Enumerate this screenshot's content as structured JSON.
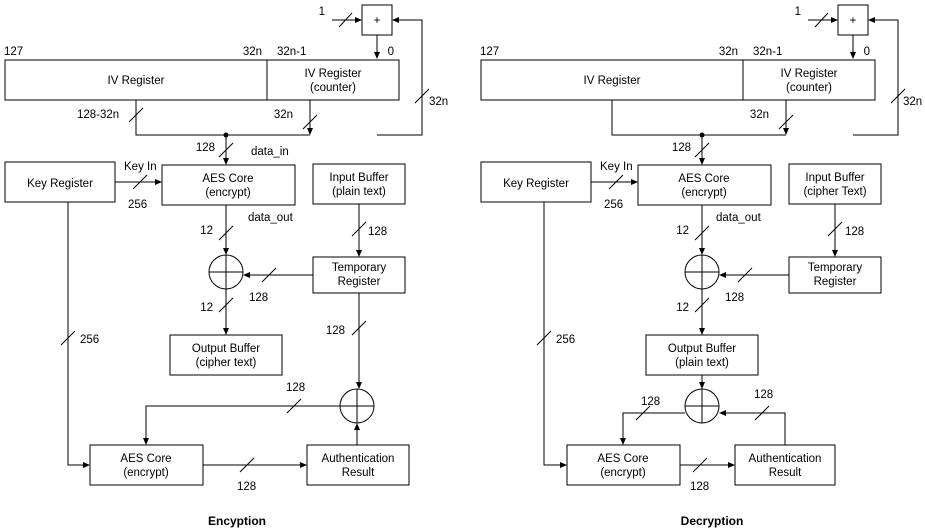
{
  "encryption": {
    "caption": "Encyption",
    "counter_in": "1",
    "adder_symbol": "+",
    "bit_127": "127",
    "bit_32n_left": "32n",
    "bit_32n_minus_1": "32n-1",
    "bit_0": "0",
    "iv_register": "IV Register",
    "iv_counter_line1": "IV Register",
    "iv_counter_line2": "(counter)",
    "width_128_minus_32n": "128-32n",
    "width_32n_mid": "32n",
    "width_32n_feedback": "32n",
    "width_128_data_in": "128",
    "data_in": "data_in",
    "key_register": "Key Register",
    "key_in": "Key In",
    "width_256_key": "256",
    "aes_core_top_line1": "AES Core",
    "aes_core_top_line2": "(encrypt)",
    "input_buffer_line1": "Input Buffer",
    "input_buffer_line2": "(plain text)",
    "data_out": "data_out",
    "width_12_a": "12",
    "width_128_input": "128",
    "temp_register_line1": "Temporary",
    "temp_register_line2": "Register",
    "width_12_b": "12",
    "width_128_temp_to_xor": "128",
    "width_256_long": "256",
    "width_128_temp_down": "128",
    "output_buffer_line1": "Output Buffer",
    "output_buffer_line2": "(cipher text)",
    "width_128_feedback": "128",
    "aes_core_bottom_line1": "AES Core",
    "aes_core_bottom_line2": "(encrypt)",
    "width_128_auth": "128",
    "auth_line1": "Authentication",
    "auth_line2": "Result"
  },
  "decryption": {
    "caption": "Decryption",
    "counter_in": "1",
    "adder_symbol": "+",
    "bit_127": "127",
    "bit_32n_left": "32n",
    "bit_32n_minus_1": "32n-1",
    "bit_0": "0",
    "iv_register": "IV Register",
    "iv_counter_line1": "IV Register",
    "iv_counter_line2": "(counter)",
    "width_32n_mid": "32n",
    "width_32n_feedback": "32n",
    "width_128_data_in": "128",
    "key_register": "Key Register",
    "key_in": "Key In",
    "width_256_key": "256",
    "aes_core_top_line1": "AES Core",
    "aes_core_top_line2": "(encrypt)",
    "input_buffer_line1": "Input Buffer",
    "input_buffer_line2": "(cipher Text)",
    "data_out": "data_out",
    "width_12_a": "12",
    "width_128_input": "128",
    "temp_register_line1": "Temporary",
    "temp_register_line2": "Register",
    "width_12_b": "12",
    "width_128_temp_to_xor": "128",
    "width_256_long": "256",
    "output_buffer_line1": "Output Buffer",
    "output_buffer_line2": "(plain text)",
    "width_128_feedback": "128",
    "width_128_auth_up": "128",
    "aes_core_bottom_line1": "AES Core",
    "aes_core_bottom_line2": "(encrypt)",
    "width_128_auth": "128",
    "auth_line1": "Authentication",
    "auth_line2": "Result"
  }
}
